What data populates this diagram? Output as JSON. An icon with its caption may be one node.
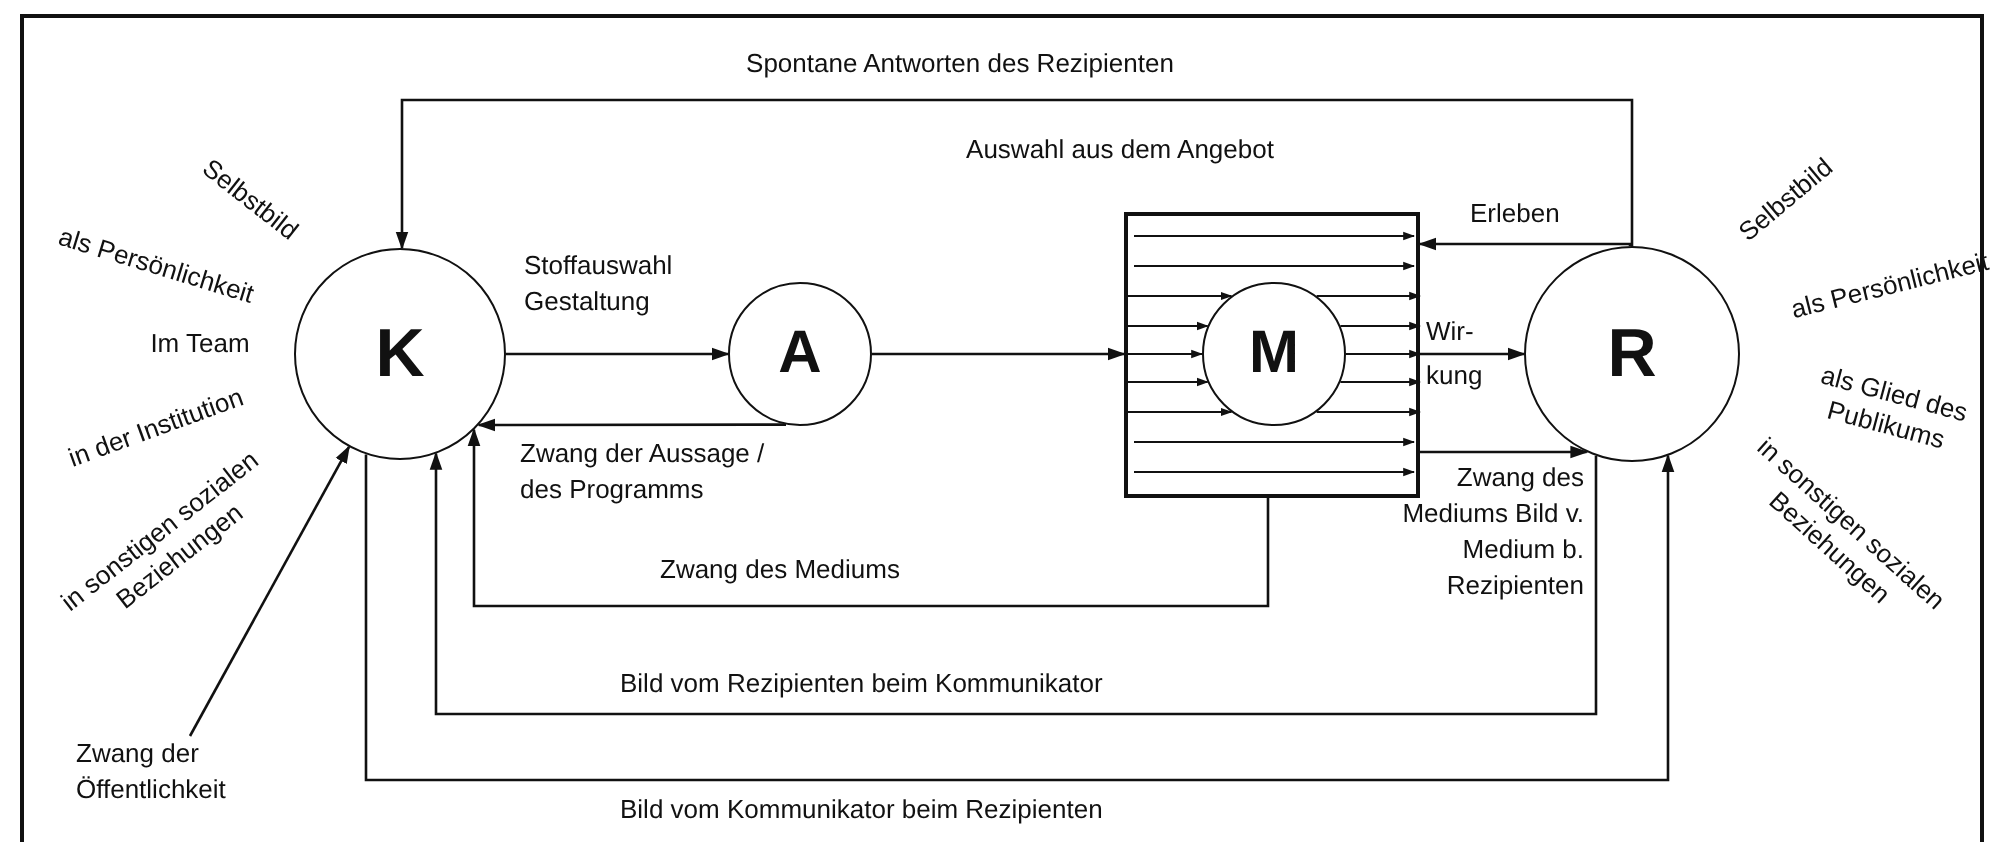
{
  "diagram": {
    "nodes": [
      {
        "text": [
          "K"
        ]
      },
      {
        "text": [
          "A"
        ]
      },
      {
        "text": [],
        "shape": "box"
      },
      {
        "text": [
          "M"
        ],
        "in": 2
      },
      {
        "text": [
          "R"
        ]
      },
      {
        "text": [
          "Zwang der Öffentlichkeit"
        ]
      }
    ],
    "edges": [
      {
        "from": 4,
        "to": 0,
        "arrow": "to",
        "label": "Spontane Antworten des Rezipienten"
      },
      {
        "from": 0,
        "to": 1,
        "arrow": "to",
        "label": "Stoffauswahl Gestaltung"
      },
      {
        "from": 1,
        "to": 2,
        "arrow": "to"
      },
      {
        "from": 1,
        "to": 0,
        "arrow": "to",
        "label": "Zwang der Aussage / des Programms"
      },
      {
        "from": 2,
        "to": 0,
        "arrow": "to",
        "label": "Zwang des Mediums"
      },
      {
        "from": 4,
        "to": 2,
        "arrow": "to",
        "label": "Erleben"
      },
      {
        "from": 2,
        "to": 4,
        "arrow": "to",
        "label": "Wir- kung"
      },
      {
        "from": 2,
        "to": 4,
        "arrow": "to",
        "label": "Zwang des Mediums Bild v. Medium b. Rezipienten"
      },
      {
        "from": 4,
        "to": 0,
        "arrow": "to",
        "label": "Bild vom Rezipienten beim Kommunikator"
      },
      {
        "from": 0,
        "to": 4,
        "arrow": "to",
        "label": "Bild vom Kommunikator beim Rezipienten"
      },
      {
        "from": 5,
        "to": 0,
        "arrow": "to"
      },
      {
        "from": 2,
        "to": 3,
        "arrow": "to"
      },
      {
        "from": 2,
        "to": 3,
        "arrow": "to"
      },
      {
        "from": 2,
        "to": 3,
        "arrow": "to"
      },
      {
        "from": 2,
        "to": 3,
        "arrow": "to"
      },
      {
        "from": 2,
        "to": 3,
        "arrow": "to"
      },
      {
        "from": 3,
        "to": 2,
        "arrow": "to"
      },
      {
        "from": 3,
        "to": 2,
        "arrow": "to"
      },
      {
        "from": 3,
        "to": 2,
        "arrow": "to"
      },
      {
        "from": 3,
        "to": 2,
        "arrow": "to"
      },
      {
        "from": 3,
        "to": 2,
        "arrow": "to"
      }
    ],
    "labels": [
      "Selbstbild",
      "als Persönlichkeit",
      "Im Team",
      "in der Institution",
      "in sonstigen sozialen Beziehungen",
      "Auswahl aus dem Angebot",
      "Selbstbild",
      "als Persönlichkeit",
      "als Glied des Publikums",
      "in sonstigen sozialen Beziehungen"
    ]
  }
}
